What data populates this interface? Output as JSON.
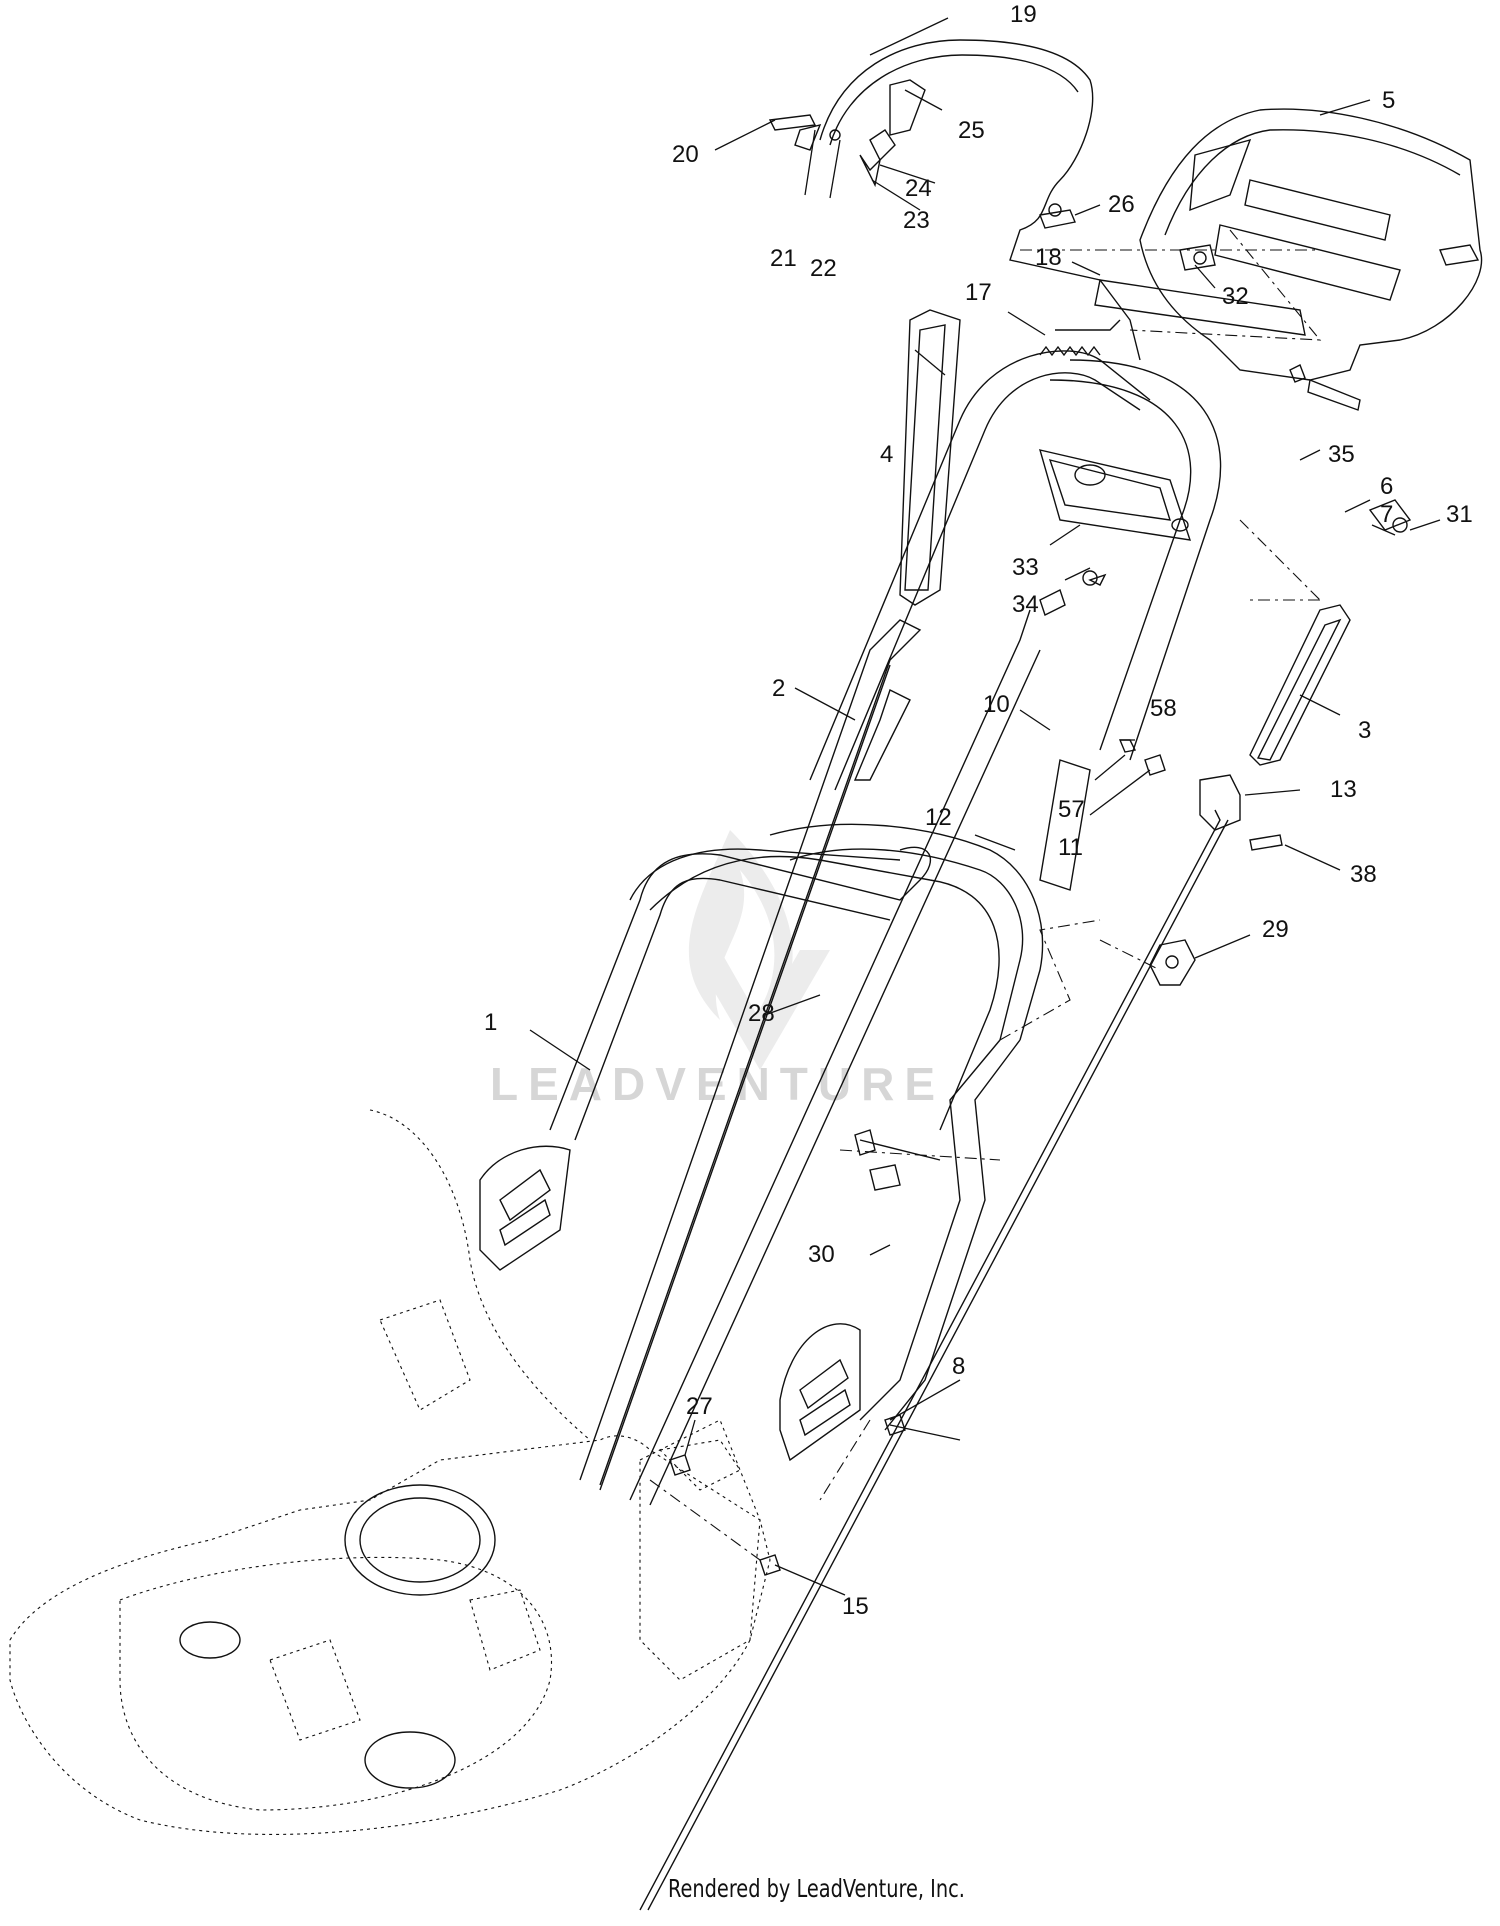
{
  "watermark": {
    "text": "LEADVENTURE"
  },
  "footer": {
    "text": "Rendered by LeadVenture, Inc."
  },
  "callouts": [
    "1",
    "2",
    "3",
    "4",
    "5",
    "6",
    "7",
    "8",
    "10",
    "11",
    "12",
    "13",
    "15",
    "17",
    "18",
    "19",
    "20",
    "21",
    "22",
    "23",
    "24",
    "25",
    "26",
    "27",
    "28",
    "29",
    "30",
    "31",
    "32",
    "33",
    "34",
    "35",
    "38",
    "57",
    "58"
  ]
}
